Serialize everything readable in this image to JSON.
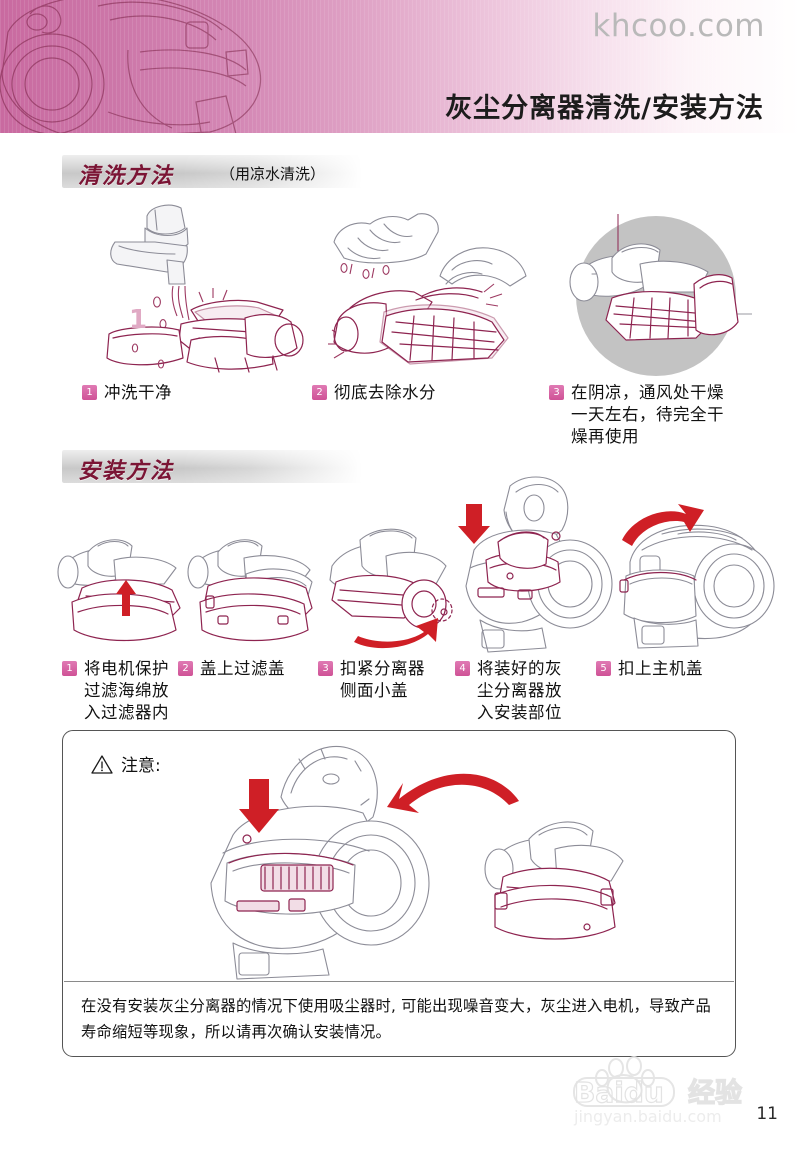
{
  "header": {
    "brand_watermark": "khcoo.com",
    "title": "灰尘分离器清洗/安装方法",
    "decor_icon": "vacuum-cleaner-line-art"
  },
  "sections": [
    {
      "id": "washing",
      "label": "清洗方法",
      "note": "（用凉水清洗）",
      "steps": [
        {
          "number": "1",
          "text": "冲洗干净",
          "illustration": "faucet-rinsing-separator"
        },
        {
          "number": "2",
          "text": "彻底去除水分",
          "illustration": "hands-shaking-off-water"
        },
        {
          "number": "3",
          "text": "在阴凉，通风处干燥\n一天左右，待完全干\n燥再使用",
          "illustration": "separator-drying-in-shade"
        }
      ]
    },
    {
      "id": "installation",
      "label": "安装方法",
      "note": "",
      "steps": [
        {
          "number": "1",
          "text": "将电机保护\n过滤海绵放\n入过滤器内",
          "illustration": "insert-motor-protection-sponge"
        },
        {
          "number": "2",
          "text": "盖上过滤盖",
          "illustration": "close-filter-cover"
        },
        {
          "number": "3",
          "text": "扣紧分离器\n侧面小盖",
          "illustration": "fasten-side-cap"
        },
        {
          "number": "4",
          "text": "将装好的灰\n尘分离器放\n入安装部位",
          "illustration": "place-separator-into-body"
        },
        {
          "number": "5",
          "text": "扣上主机盖",
          "illustration": "close-main-cover"
        }
      ]
    }
  ],
  "notice": {
    "icon": "warning-triangle-icon",
    "title": "注意:",
    "body": "在没有安装灰尘分离器的情况下使用吸尘器时, 可能出现噪音变大，灰尘进入电机，导致产品寿命缩短等现象，所以请再次确认安装情况。",
    "illustration": "vacuum-open-lid-and-separator"
  },
  "footer": {
    "watermark_brand": "Baidu",
    "watermark_suffix": "经验",
    "watermark_url": "jingyan.baidu.com",
    "page_number": "11"
  },
  "colors": {
    "header_accent": "#c96aa0",
    "heading_text": "#7b1535",
    "badge": "#cf5296",
    "arrow_red": "#cf1f26",
    "line_art_gray": "#8c8c97",
    "line_art_maroon": "#8e2450"
  }
}
